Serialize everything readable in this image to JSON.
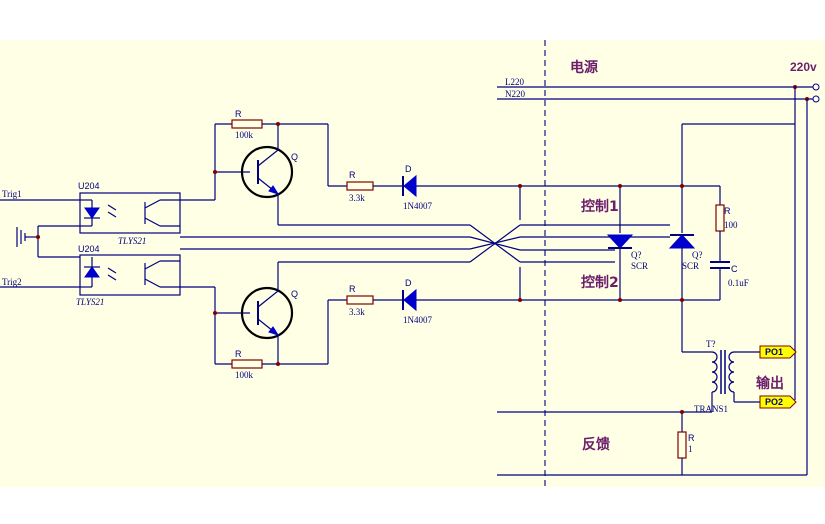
{
  "labels": {
    "power": "电源",
    "voltage": "220v",
    "l220": "L220",
    "n220": "N220",
    "control1": "控制1",
    "control2": "控制2",
    "output": "输出",
    "feedback": "反馈",
    "trig1": "Trig1",
    "trig2": "Trig2"
  },
  "components": {
    "opto1_ref": "U204",
    "opto1_part": "TLYS21",
    "opto2_ref": "U204",
    "opto2_part": "TLYS21",
    "r_top": "R",
    "r_top_val": "100k",
    "r_bot": "R",
    "r_bot_val": "100k",
    "q_top": "Q",
    "q_bot": "Q",
    "r_33k_top": "R",
    "r_33k_top_val": "3.3k",
    "r_33k_bot": "R",
    "r_33k_bot_val": "3.3k",
    "d_top": "D",
    "d_top_val": "1N4007",
    "d_bot": "D",
    "d_bot_val": "1N4007",
    "scr1_ref": "Q?",
    "scr1_type": "SCR",
    "scr2_ref": "Q?",
    "scr2_type": "SCR",
    "r_100": "R",
    "r_100_val": "100",
    "c_ref": "C",
    "c_val": "0.1uF",
    "trans_ref": "T?",
    "trans_name": "TRANS1",
    "po1": "PO1",
    "po2": "PO2",
    "r_fb": "R",
    "r_fb_val": "1"
  },
  "colors": {
    "background": "#ffffe6",
    "wire": "#000080",
    "label_cn": "#6b1f6b"
  }
}
